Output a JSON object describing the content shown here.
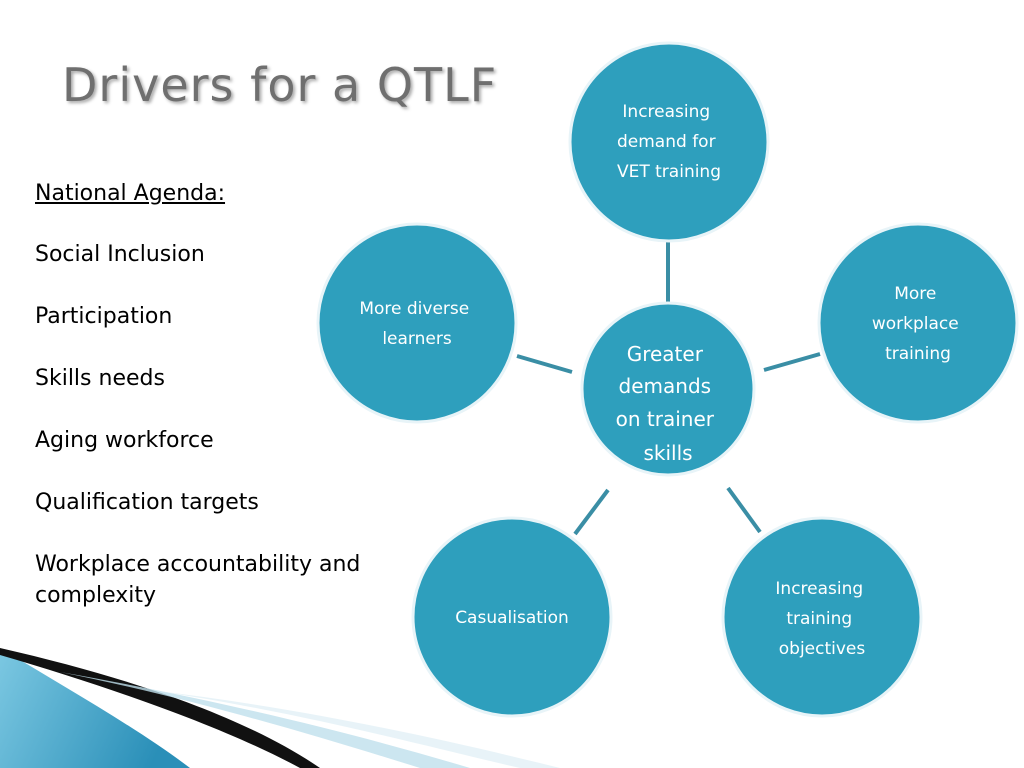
{
  "slide": {
    "title": "Drivers for a QTLF"
  },
  "agenda": {
    "heading": "National Agenda:",
    "items": [
      "Social Inclusion",
      "Participation",
      "Skills needs",
      "Aging workforce",
      "Qualification targets",
      "Workplace accountability and complexity"
    ]
  },
  "diagram": {
    "center": [
      "Greater",
      "demands",
      "on trainer",
      "skills"
    ],
    "nodes": {
      "top": [
        "Increasing",
        "demand for",
        "VET training"
      ],
      "right": [
        "More",
        "workplace",
        "training"
      ],
      "bottom_right": [
        "Increasing",
        "training",
        "objectives"
      ],
      "bottom_left": [
        "Casualisation"
      ],
      "left": [
        "More diverse",
        "learners"
      ]
    }
  },
  "colors": {
    "circle_fill": "#2e9fbd",
    "circle_border": "#e8f4f8",
    "connector": "#3a8ea5",
    "title": "#6f6f6f",
    "accent_wave": "#5fb7d6"
  }
}
